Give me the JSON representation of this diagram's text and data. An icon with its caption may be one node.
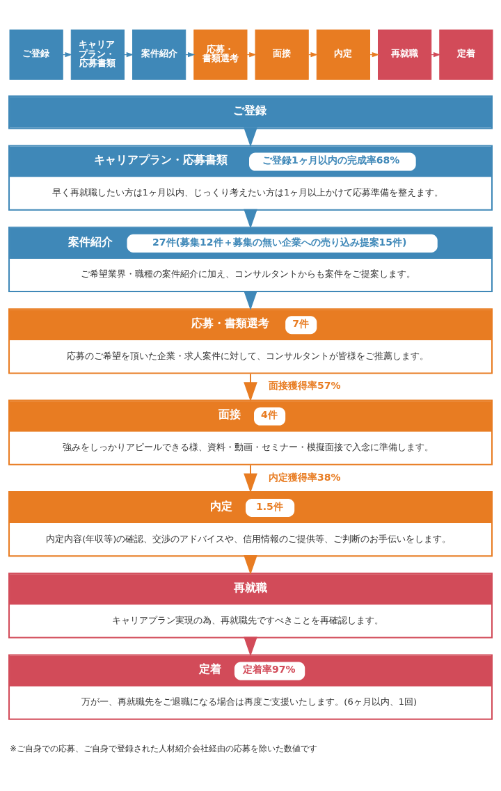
{
  "diagram": {
    "nodes": [
      {
        "text": [
          "ご登録"
        ]
      },
      {
        "text": [
          "キャリアプラン・応募書類"
        ]
      },
      {
        "text": [
          "案件紹介"
        ]
      },
      {
        "text": [
          "応募・書類選考"
        ]
      },
      {
        "text": [
          "面接"
        ]
      },
      {
        "text": [
          "内定"
        ]
      },
      {
        "text": [
          "再就職"
        ]
      },
      {
        "text": [
          "定着"
        ]
      },
      {
        "text": [
          "ご登録"
        ]
      },
      {
        "text": [
          "キャリアプラン・応募書類",
          "ご登録1ヶ月以内の完成率68%",
          "早く再就職したい方は1ヶ月以内、じっくり考えたい方は1ヶ月以上かけて応募準備を整えます。"
        ]
      },
      {
        "text": [
          "案件紹介",
          "27件(募集12件＋募集の無い企業への売り込み提案15件)",
          "ご希望業界・職種の案件紹介に加え、コンサルタントからも案件をご提案します。"
        ]
      },
      {
        "text": [
          "応募・書類選考",
          "7件",
          "応募のご希望を頂いた企業・求人案件に対して、コンサルタントが皆様をご推薦します。"
        ]
      },
      {
        "text": [
          "面接",
          "4件",
          "強みをしっかりアピールできる様、資料・動画・セミナー・模擬面接で入念に準備します。"
        ]
      },
      {
        "text": [
          "内定",
          "1.5件",
          "内定内容(年収等)の確認、交渉のアドバイスや、信用情報のご提供等、ご判断のお手伝いをします。"
        ]
      },
      {
        "text": [
          "再就職",
          "キャリアプラン実現の為、再就職先ですべきことを再確認します。"
        ]
      },
      {
        "text": [
          "定着",
          "定着率97%",
          "万が一、再就職先をご退職になる場合は再度ご支援いたします。(6ヶ月以内、1回)"
        ]
      }
    ],
    "edges": [
      {
        "from": 0,
        "to": 1,
        "arrow": "to",
        "color": "#3f88b8"
      },
      {
        "from": 1,
        "to": 2,
        "arrow": "to",
        "color": "#3f88b8"
      },
      {
        "from": 2,
        "to": 3,
        "arrow": "to",
        "color": "#3f88b8"
      },
      {
        "from": 3,
        "to": 4,
        "arrow": "to",
        "color": "#e87c22"
      },
      {
        "from": 4,
        "to": 5,
        "arrow": "to",
        "color": "#e87c22"
      },
      {
        "from": 5,
        "to": 6,
        "arrow": "to",
        "color": "#e87c22"
      },
      {
        "from": 6,
        "to": 7,
        "arrow": "to",
        "color": "#d24b59"
      },
      {
        "from": 8,
        "to": 9,
        "arrow": "to",
        "color": "#3f88b8"
      },
      {
        "from": 9,
        "to": 10,
        "arrow": "to",
        "color": "#3f88b8"
      },
      {
        "from": 10,
        "to": 11,
        "arrow": "to",
        "color": "#3f88b8"
      },
      {
        "from": 11,
        "to": 12,
        "arrow": "to",
        "label": "面接獲得率57%",
        "color": "#e87c22"
      },
      {
        "from": 12,
        "to": 13,
        "arrow": "to",
        "label": "内定獲得率38%",
        "color": "#e87c22"
      },
      {
        "from": 13,
        "to": 14,
        "arrow": "to",
        "color": "#e87c22"
      },
      {
        "from": 14,
        "to": 15,
        "arrow": "to",
        "color": "#d24b59"
      }
    ],
    "labels": [
      "※ご自身での応募、ご自身で登録された人材紹介会社経由の応募を除いた数値です"
    ]
  }
}
